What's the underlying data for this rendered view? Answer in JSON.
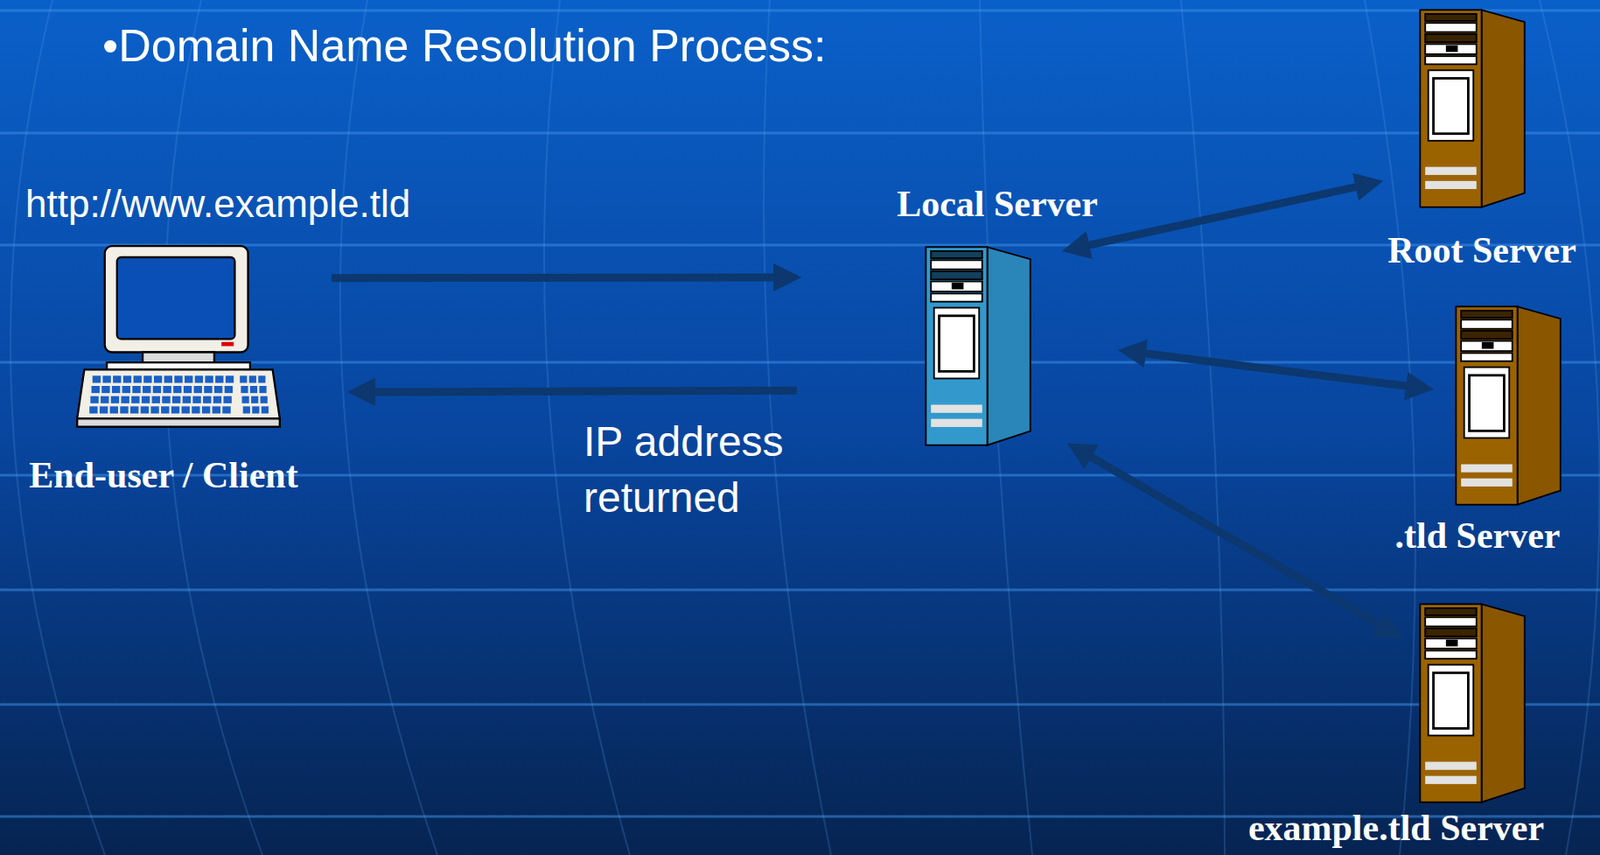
{
  "diagram": {
    "title": "•Domain Name Resolution Process:",
    "nodes": [
      {
        "text": [
          "End-user / Client"
        ]
      },
      {
        "text": [
          "Local Server"
        ]
      },
      {
        "text": [
          "Root Server"
        ]
      },
      {
        "text": [
          ".tld Server"
        ]
      },
      {
        "text": [
          "example.tld Server"
        ]
      }
    ],
    "edges": [
      {
        "from": 0,
        "to": 1,
        "arrow": "to"
      },
      {
        "from": 1,
        "to": 0,
        "arrow": "to",
        "label": "IP address returned"
      },
      {
        "from": 1,
        "to": 2,
        "arrow": "both"
      },
      {
        "from": 1,
        "to": 3,
        "arrow": "both"
      },
      {
        "from": 1,
        "to": 4,
        "arrow": "both"
      }
    ],
    "labels": [
      "http://www.example.tld"
    ]
  }
}
